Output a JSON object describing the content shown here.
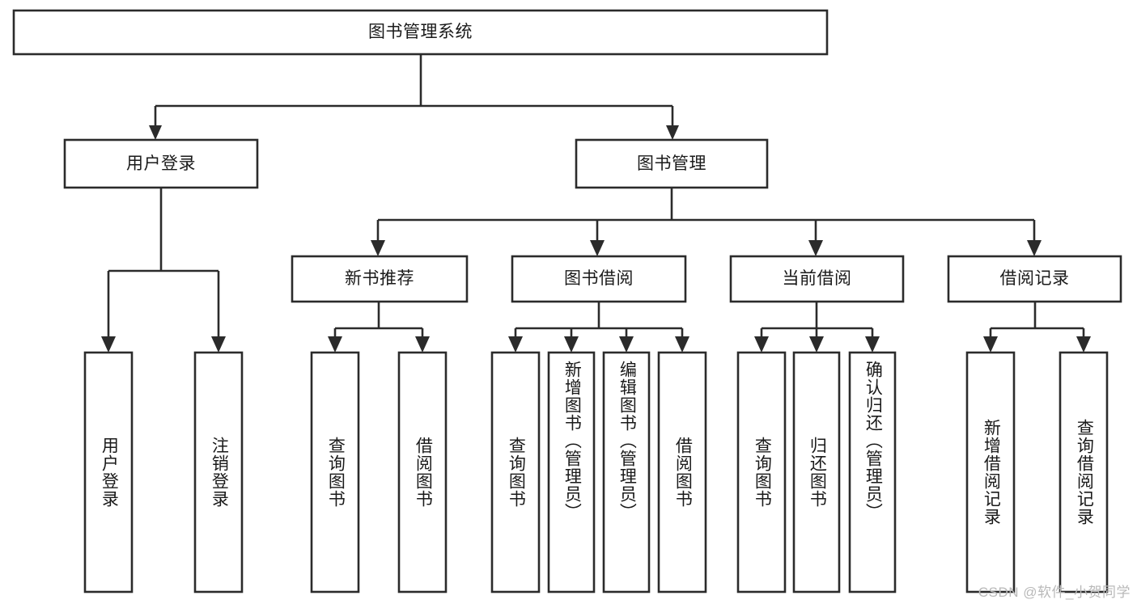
{
  "diagram": {
    "type": "tree",
    "title": "图书管理系统",
    "root": {
      "id": "root",
      "label": "图书管理系统",
      "orientation": "horizontal"
    },
    "level1": [
      {
        "id": "user-login",
        "label": "用户登录",
        "orientation": "horizontal"
      },
      {
        "id": "book-management",
        "label": "图书管理",
        "orientation": "horizontal"
      }
    ],
    "level2": [
      {
        "id": "new-book-recommend",
        "label": "新书推荐",
        "orientation": "horizontal",
        "parent": "book-management"
      },
      {
        "id": "book-borrow",
        "label": "图书借阅",
        "orientation": "horizontal",
        "parent": "book-management"
      },
      {
        "id": "current-borrow",
        "label": "当前借阅",
        "orientation": "horizontal",
        "parent": "book-management"
      },
      {
        "id": "borrow-record",
        "label": "借阅记录",
        "orientation": "horizontal",
        "parent": "book-management"
      }
    ],
    "leaves": [
      {
        "id": "leaf-user-login",
        "label": "用户登录",
        "orientation": "vertical",
        "parent": "user-login"
      },
      {
        "id": "leaf-logout",
        "label": "注销登录",
        "orientation": "vertical",
        "parent": "user-login"
      },
      {
        "id": "leaf-query-book-1",
        "label": "查询图书",
        "orientation": "vertical",
        "parent": "new-book-recommend"
      },
      {
        "id": "leaf-borrow-book-1",
        "label": "借阅图书",
        "orientation": "vertical",
        "parent": "new-book-recommend"
      },
      {
        "id": "leaf-query-book-2",
        "label": "查询图书",
        "orientation": "vertical",
        "parent": "book-borrow"
      },
      {
        "id": "leaf-add-book",
        "label": "新增图书（管理员）",
        "orientation": "vertical",
        "parent": "book-borrow"
      },
      {
        "id": "leaf-edit-book",
        "label": "编辑图书（管理员）",
        "orientation": "vertical",
        "parent": "book-borrow"
      },
      {
        "id": "leaf-borrow-book-2",
        "label": "借阅图书",
        "orientation": "vertical",
        "parent": "book-borrow"
      },
      {
        "id": "leaf-query-book-3",
        "label": "查询图书",
        "orientation": "vertical",
        "parent": "current-borrow"
      },
      {
        "id": "leaf-return-book",
        "label": "归还图书",
        "orientation": "vertical",
        "parent": "current-borrow"
      },
      {
        "id": "leaf-confirm-return",
        "label": "确认归还（管理员）",
        "orientation": "vertical",
        "parent": "current-borrow"
      },
      {
        "id": "leaf-add-record",
        "label": "新增借阅记录",
        "orientation": "vertical",
        "parent": "borrow-record"
      },
      {
        "id": "leaf-query-record",
        "label": "查询借阅记录",
        "orientation": "vertical",
        "parent": "borrow-record"
      }
    ],
    "watermark": "CSDN @软件_小贺同学",
    "colors": {
      "stroke": "#2b2b2b",
      "fill": "#ffffff",
      "text": "#1a1a1a",
      "watermark": "#b9b9b9",
      "background": "#ffffff"
    }
  }
}
